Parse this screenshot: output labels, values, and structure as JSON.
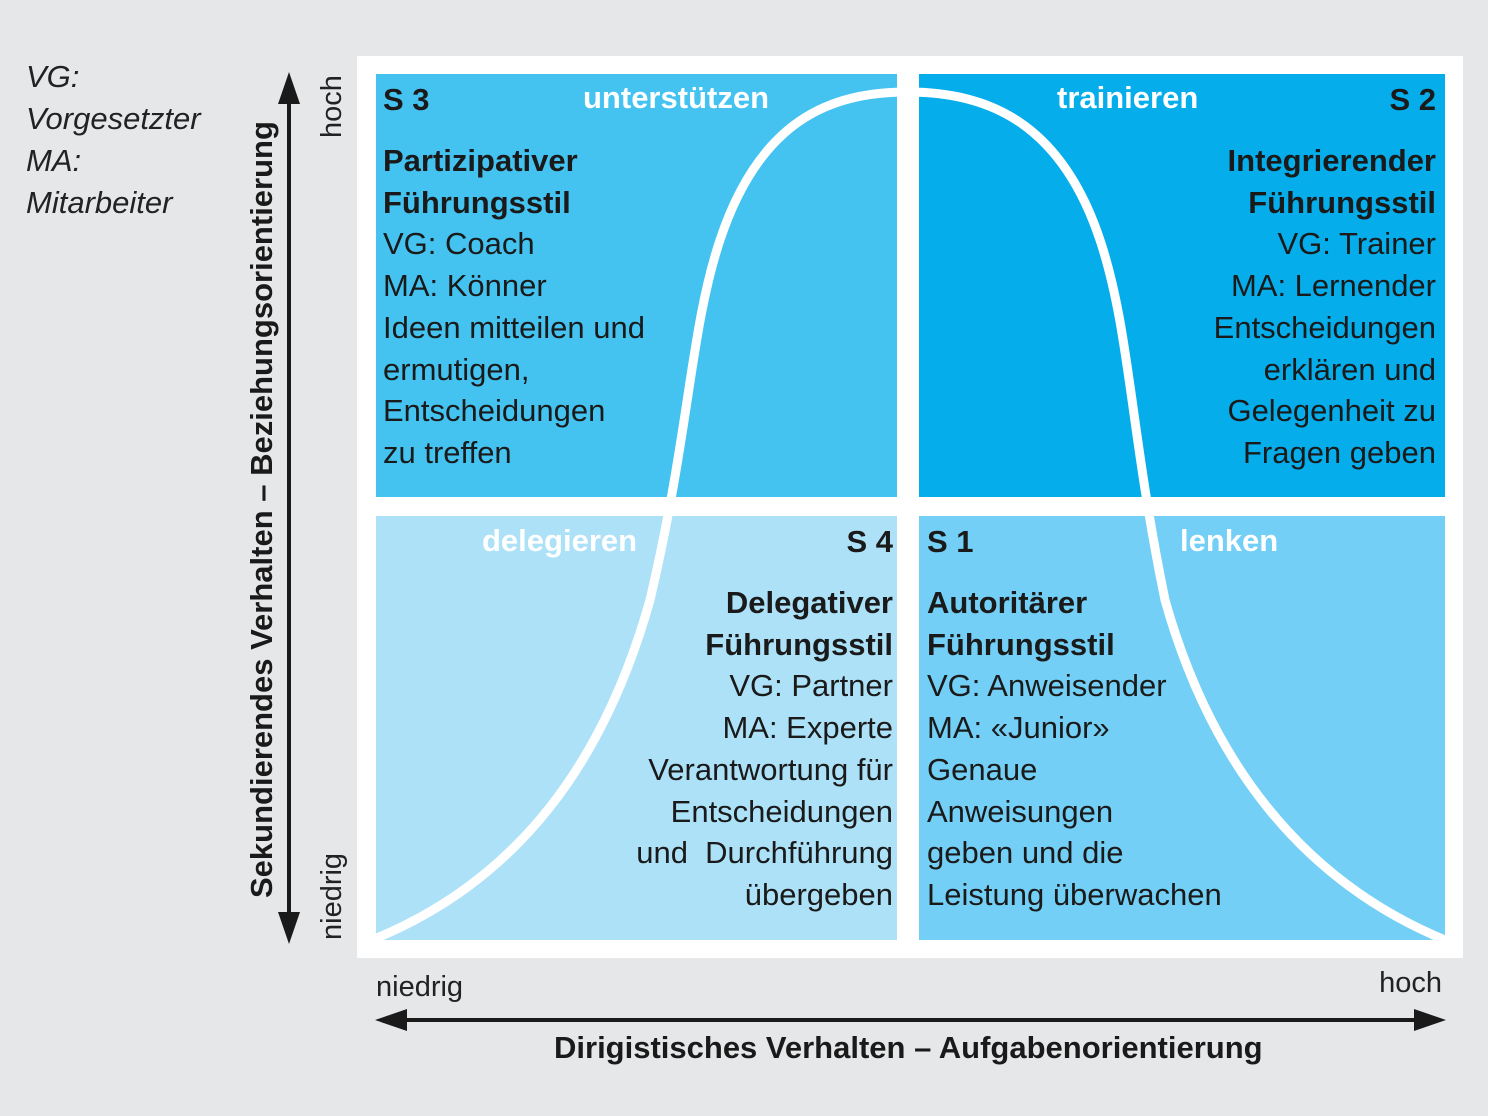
{
  "legend": {
    "line1": "VG:",
    "line2": "Vorgesetzter",
    "line3": "MA:",
    "line4": "Mitarbeiter"
  },
  "quadrants": {
    "s3": {
      "label": "S 3",
      "verb": "unterstützen",
      "title1": "Partizipativer",
      "title2": "Führungsstil",
      "lines": [
        "VG: Coach",
        "MA: Könner",
        "Ideen mitteilen und",
        "ermutigen,",
        "Entscheidungen",
        "zu treffen"
      ]
    },
    "s2": {
      "label": "S 2",
      "verb": "trainieren",
      "title1": "Integrierender",
      "title2": "Führungsstil",
      "lines": [
        "VG: Trainer",
        "MA: Lernender",
        "Entscheidungen",
        "erklären und",
        "Gelegenheit zu",
        "Fragen geben"
      ]
    },
    "s4": {
      "label": "S 4",
      "verb": "delegieren",
      "title1": "Delegativer",
      "title2": "Führungsstil",
      "lines": [
        "VG: Partner",
        "MA: Experte",
        "Verantwortung für",
        "Entscheidungen",
        "und  Durchführung",
        "übergeben"
      ]
    },
    "s1": {
      "label": "S 1",
      "verb": "lenken",
      "title1": "Autoritärer",
      "title2": "Führungsstil",
      "lines": [
        "VG: Anweisender",
        "MA: «Junior»",
        "Genaue",
        "Anweisungen",
        "geben und die",
        "Leistung überwachen"
      ]
    }
  },
  "y_axis": {
    "title": "Sekundierendes Verhalten – Beziehungsorientierung",
    "high": "hoch",
    "low": "niedrig"
  },
  "x_axis": {
    "title": "Dirigistisches Verhalten – Aufgabenorientierung",
    "low": "niedrig",
    "high": "hoch"
  },
  "colors": {
    "s3": "#44c3f1",
    "s2": "#06adeb",
    "s4": "#ace1f8",
    "s1": "#73cff5",
    "frame": "#ffffff",
    "background": "#e6e7e9"
  }
}
